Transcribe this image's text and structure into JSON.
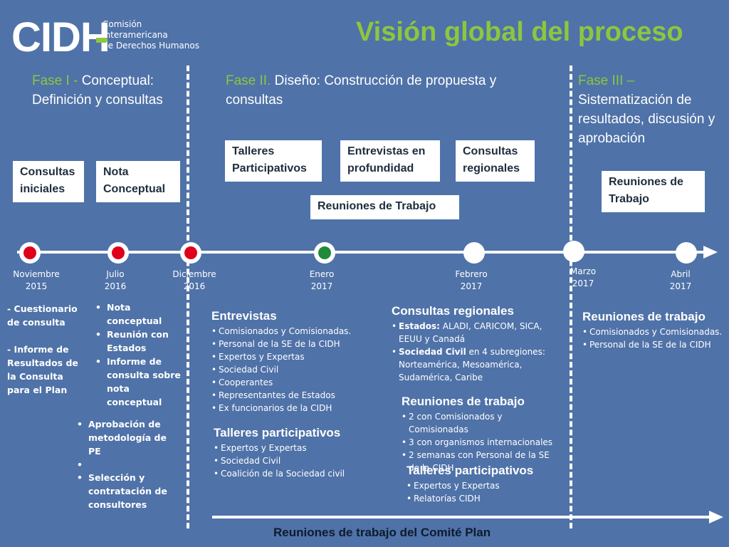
{
  "logo": {
    "mark": "CIDH",
    "line1": "Comisión",
    "line2": "Interamericana",
    "line3": "de Derechos Humanos"
  },
  "title": "Visión global del proceso",
  "phases": {
    "p1": {
      "label": "Fase I - ",
      "text": "Conceptual: Definición y consultas"
    },
    "p2": {
      "label": "Fase II.",
      "text": " Diseño: Construcción  de propuesta y consultas"
    },
    "p3": {
      "label": "Fase III –",
      "text": "Sistematización de resultados, discusión y aprobación"
    }
  },
  "boxes": {
    "consultas_iniciales": "Consultas iniciales",
    "nota_conceptual": "Nota Conceptual",
    "talleres": "Talleres Participativos",
    "entrevistas": "Entrevistas en profundidad",
    "consultas_regionales": "Consultas regionales",
    "reuniones_trabajo_mid": "Reuniones de Trabajo",
    "reuniones_trabajo_right": "Reuniones de Trabajo"
  },
  "timeline": {
    "dates": [
      {
        "month": "Noviembre",
        "year": "2015"
      },
      {
        "month": "Julio",
        "year": "2016"
      },
      {
        "month": "Diciembre",
        "year": "2016"
      },
      {
        "month": "Enero",
        "year": "2017"
      },
      {
        "month": "Febrero",
        "year": "2017"
      },
      {
        "month": "Marzo",
        "year": "2017"
      },
      {
        "month": "Abril",
        "year": "2017"
      }
    ],
    "colors": {
      "red": "#e0001a",
      "green": "#1f8a3a",
      "white": "#ffffff"
    }
  },
  "col1": {
    "a1": "- Cuestionario de consulta",
    "a2": "- Informe de Resultados de la Consulta para el Plan"
  },
  "col2": {
    "items": [
      "Nota conceptual",
      "Reunión con Estados",
      "Informe de consulta sobre nota conceptual"
    ]
  },
  "col2b": {
    "items": [
      "Aprobación de metodología de PE",
      "Selección y contratación de consultores"
    ]
  },
  "entrevistas": {
    "title": "Entrevistas",
    "items": [
      "Comisionados y Comisionadas.",
      "Personal de la SE de la CIDH",
      "Expertos y Expertas",
      "Sociedad Civil",
      "Cooperantes",
      "Representantes de Estados",
      "Ex funcionarios de la CIDH"
    ]
  },
  "talleres_left": {
    "title": "Talleres participativos",
    "items": [
      "Expertos y Expertas",
      "Sociedad Civil",
      "Coalición de la Sociedad civil"
    ]
  },
  "consultas": {
    "title": "Consultas regionales",
    "i1_bold": "Estados:",
    "i1_rest": " ALADI, CARICOM, SICA, EEUU y Canadá",
    "i2_bold": "Sociedad Civil",
    "i2_rest": " en 4 subregiones: Norteamérica, Mesoamérica, Sudamérica, Caribe"
  },
  "reuniones_mid": {
    "title": "Reuniones de trabajo",
    "items": [
      "2 con Comisionados y Comisionadas",
      "3 con  organismos internacionales",
      "2 semanas con Personal de la SE de la CIDH"
    ]
  },
  "talleres_right": {
    "title": "Talleres participativos",
    "items": [
      "Expertos y Expertas",
      "Relatorías CIDH"
    ]
  },
  "reuniones_right": {
    "title": "Reuniones de trabajo",
    "items": [
      "Comisionados y Comisionadas.",
      "Personal de la SE de la CIDH"
    ]
  },
  "bottom": {
    "label": "Reuniones de trabajo del Comité Plan"
  }
}
